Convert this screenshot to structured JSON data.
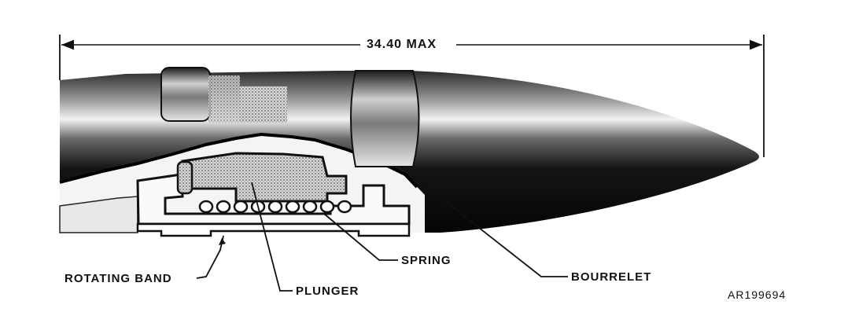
{
  "figure": {
    "dimension_label": "34.40 MAX",
    "labels": {
      "rotating_band": "ROTATING BAND",
      "plunger": "PLUNGER",
      "spring": "SPRING",
      "bourrelet": "BOURRELET"
    },
    "figure_id": "AR199694"
  }
}
